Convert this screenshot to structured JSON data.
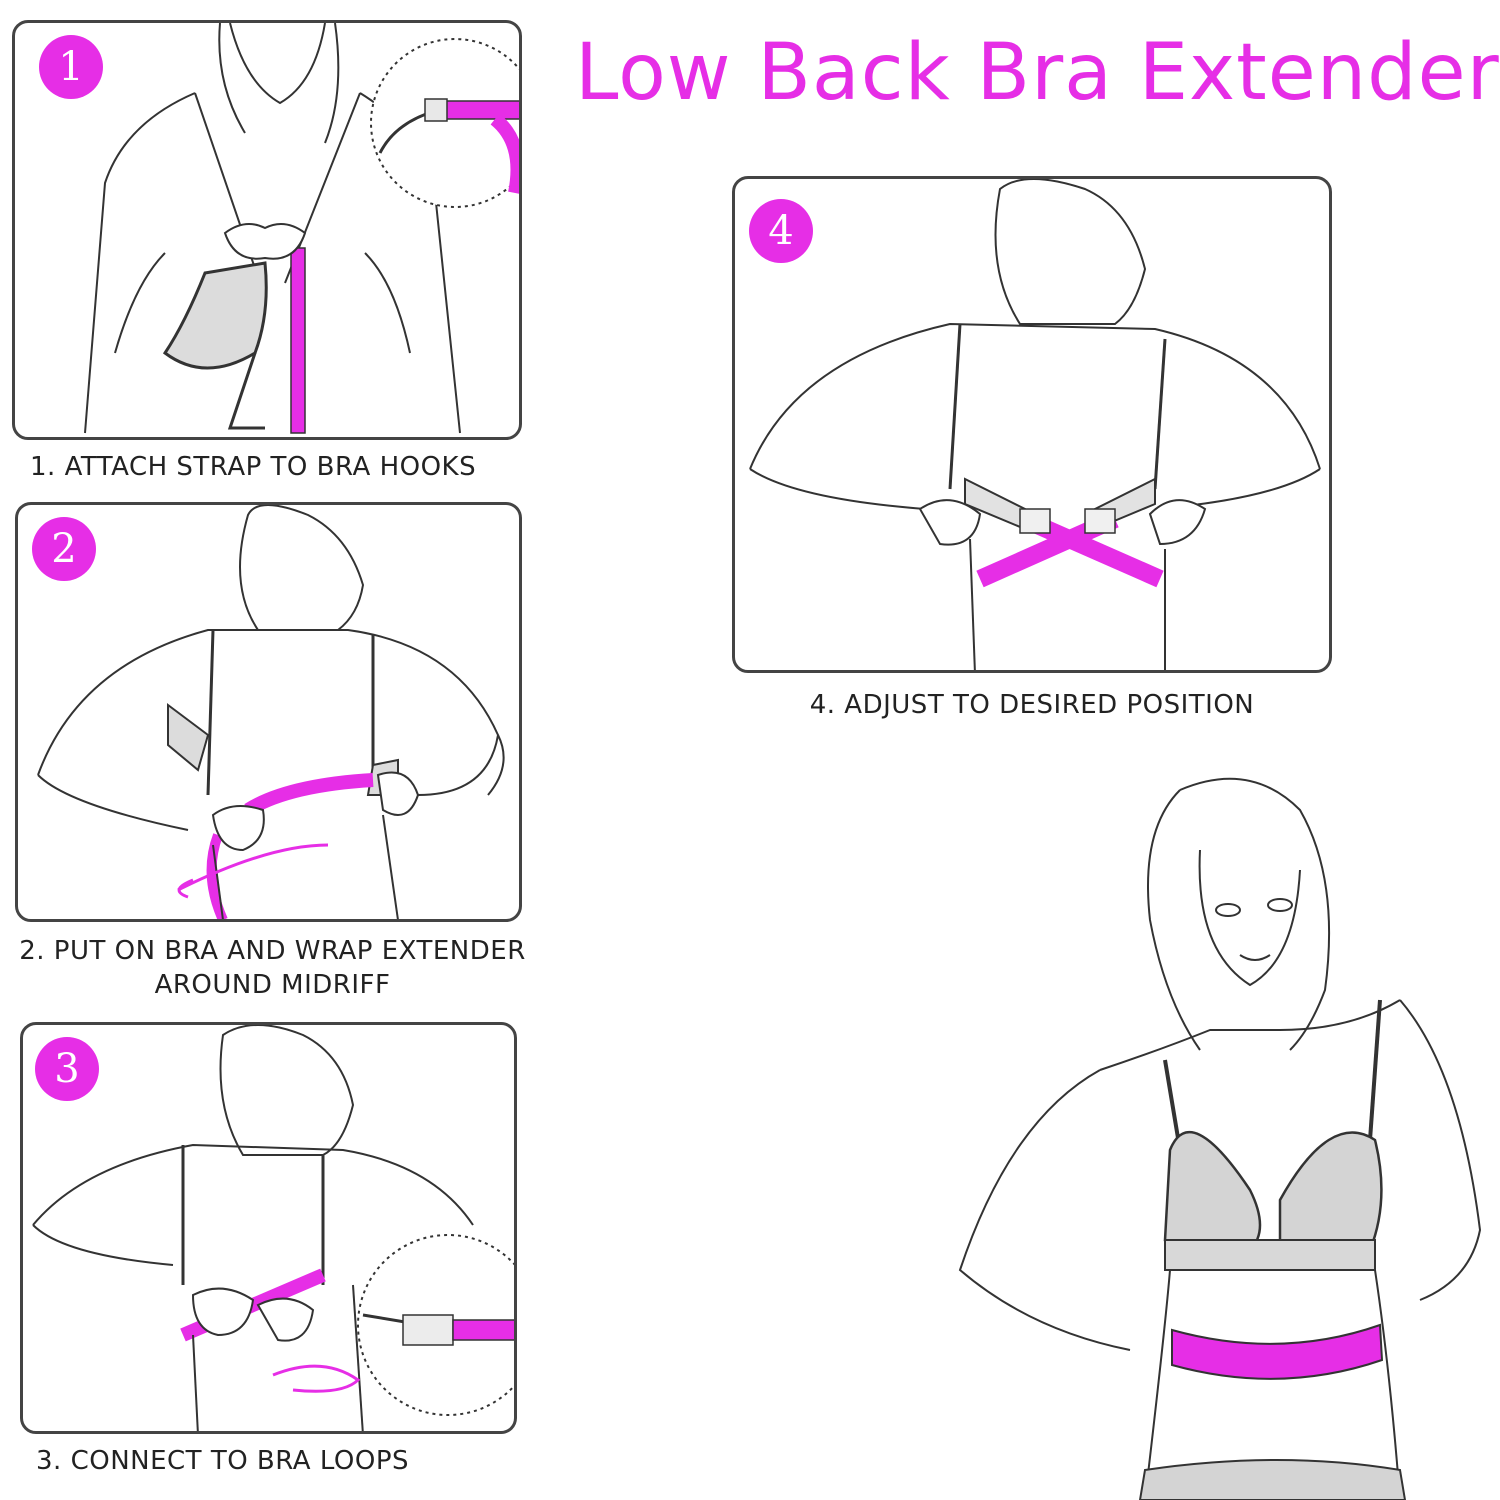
{
  "title": "Low Back Bra Extender",
  "accent_color": "#e62ee6",
  "steps": [
    {
      "number": "1",
      "caption": "1. ATTACH STRAP TO BRA HOOKS"
    },
    {
      "number": "2",
      "caption_line1": "2. PUT ON BRA AND WRAP EXTENDER",
      "caption_line2": "AROUND MIDRIFF"
    },
    {
      "number": "3",
      "caption": "3. CONNECT TO BRA LOOPS"
    },
    {
      "number": "4",
      "caption": "4. ADJUST TO DESIRED POSITION"
    }
  ]
}
